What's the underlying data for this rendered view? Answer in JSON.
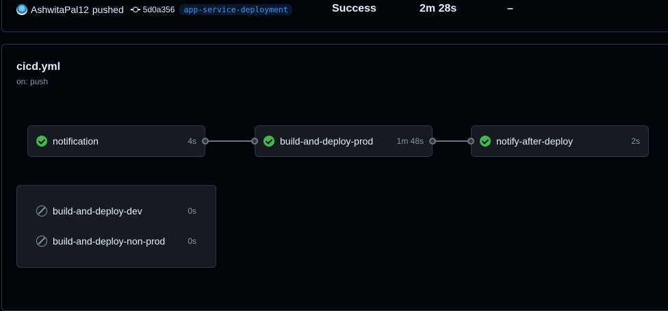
{
  "run": {
    "actor": "AshwitaPal12",
    "action": "pushed",
    "commit_sha": "5d0a356",
    "branch": "app-service-deployment",
    "status": "Success",
    "duration": "2m 28s",
    "artifacts": "–"
  },
  "workflow": {
    "file": "cicd.yml",
    "trigger": "on: push"
  },
  "jobs": [
    {
      "name": "notification",
      "time": "4s",
      "status": "success"
    },
    {
      "name": "build-and-deploy-prod",
      "time": "1m 48s",
      "status": "success"
    },
    {
      "name": "notify-after-deploy",
      "time": "2s",
      "status": "success"
    }
  ],
  "skipped_jobs": [
    {
      "name": "build-and-deploy-dev",
      "time": "0s",
      "status": "skipped"
    },
    {
      "name": "build-and-deploy-non-prod",
      "time": "0s",
      "status": "skipped"
    }
  ],
  "colors": {
    "success": "#3fb950",
    "link": "#4493f8",
    "border": "#30363d",
    "background": "#010409"
  },
  "icons": {
    "actor": "avatar",
    "commit": "git-commit-icon",
    "success": "check-circle-fill-icon",
    "skipped": "skip-icon"
  }
}
